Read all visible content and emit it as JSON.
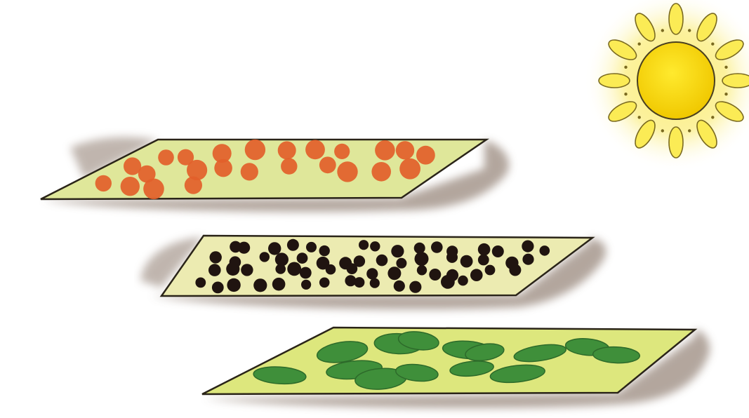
{
  "scene": {
    "background_color": "#ffffff",
    "sun": {
      "icon": "sun-icon",
      "disc_color": "#f7dc0a",
      "glow_color": "#fbef8c",
      "ray_fill": "#fbeb55",
      "ray_stroke": "#7a6a20",
      "ray_count": 12
    },
    "trays": [
      {
        "name": "tray-red-seeds",
        "surface_color": "#dfe79a",
        "seed_color": "#e2602a",
        "seed_shape": "round",
        "seed_count": 24
      },
      {
        "name": "tray-black-seeds",
        "surface_color": "#ecebb1",
        "seed_color": "#201410",
        "seed_shape": "round",
        "seed_count": 62
      },
      {
        "name": "tray-green-leaves",
        "surface_color": "#dde77d",
        "seed_color": "#3f8f3a",
        "seed_shape": "leaf",
        "seed_count": 14
      }
    ],
    "shadow_color": "#a6978d"
  }
}
